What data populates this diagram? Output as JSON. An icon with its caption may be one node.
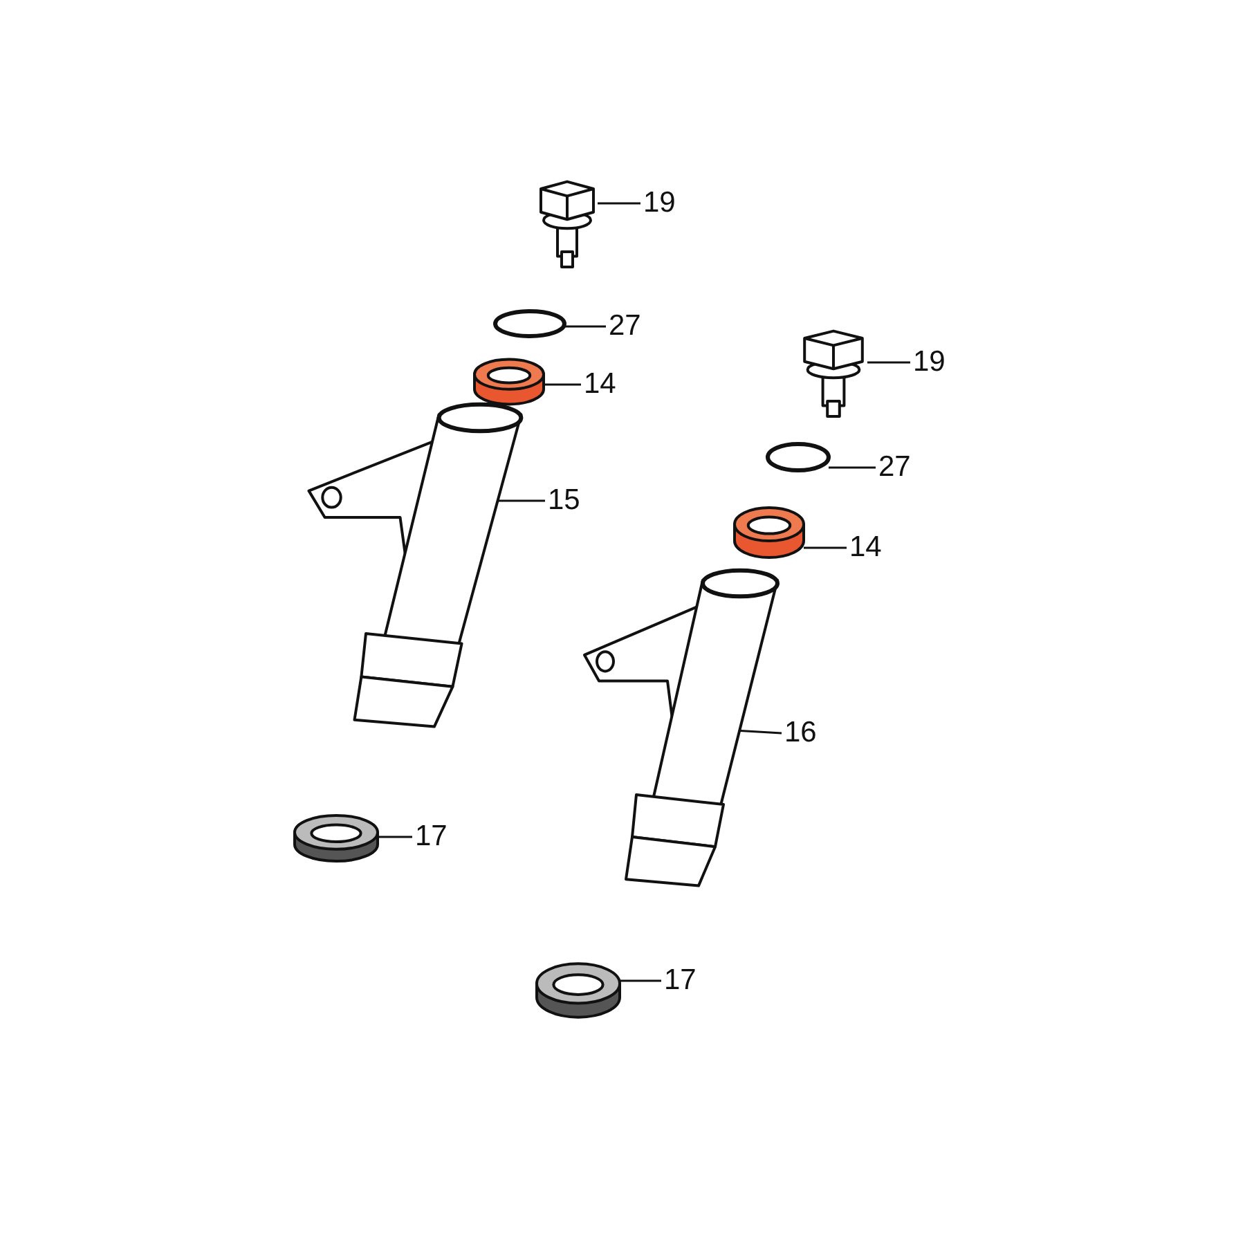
{
  "diagram": {
    "nodes": [
      {
        "text": [],
        "shape": "picture"
      },
      {
        "text": [
          "19"
        ]
      },
      {
        "text": [],
        "shape": "circle"
      },
      {
        "text": [
          "27"
        ]
      },
      {
        "text": [],
        "shape": "picture"
      },
      {
        "text": [
          "14"
        ]
      },
      {
        "text": [],
        "shape": "picture"
      },
      {
        "text": [
          "19"
        ]
      },
      {
        "text": [],
        "shape": "picture"
      },
      {
        "text": [
          "15"
        ]
      },
      {
        "text": [],
        "shape": "circle"
      },
      {
        "text": [
          "27"
        ]
      },
      {
        "text": [],
        "shape": "picture"
      },
      {
        "text": [
          "14"
        ]
      },
      {
        "text": [],
        "shape": "picture"
      },
      {
        "text": [
          "16"
        ]
      },
      {
        "text": [],
        "shape": "picture"
      },
      {
        "text": [
          "17"
        ]
      },
      {
        "text": [],
        "shape": "picture"
      },
      {
        "text": [
          "17"
        ]
      }
    ],
    "edges": [
      {
        "from": 1,
        "to": 0,
        "arrow": "none"
      },
      {
        "from": 3,
        "to": 2,
        "arrow": "none"
      },
      {
        "from": 5,
        "to": 4,
        "arrow": "none"
      },
      {
        "from": 7,
        "to": 6,
        "arrow": "none"
      },
      {
        "from": 9,
        "to": 8,
        "arrow": "none"
      },
      {
        "from": 11,
        "to": 10,
        "arrow": "none"
      },
      {
        "from": 13,
        "to": 12,
        "arrow": "none"
      },
      {
        "from": 15,
        "to": 14,
        "arrow": "none"
      },
      {
        "from": 17,
        "to": 16,
        "arrow": "none"
      },
      {
        "from": 19,
        "to": 18,
        "arrow": "none"
      }
    ]
  }
}
